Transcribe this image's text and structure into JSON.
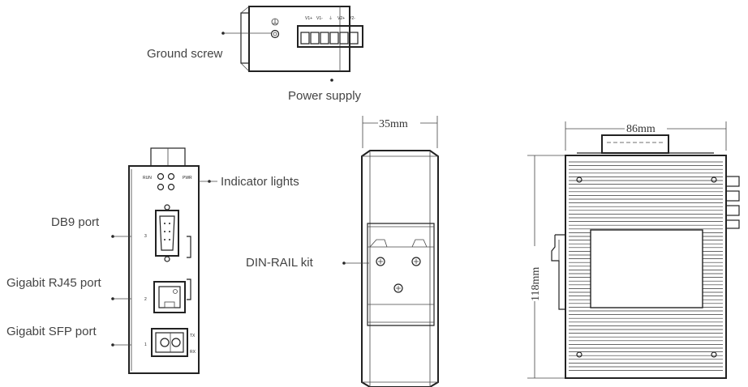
{
  "callouts": {
    "ground_screw": "Ground screw",
    "power_supply": "Power supply",
    "indicator_lights": "Indicator lights",
    "db9_port": "DB9 port",
    "rj45_port": "Gigabit RJ45 port",
    "sfp_port": "Gigabit SFP port",
    "din_rail": "DIN-RAIL kit"
  },
  "dimensions": {
    "width_side": "35mm",
    "width_back": "86mm",
    "height_back": "118mm"
  },
  "terminal_labels": [
    "V1+",
    "V1-",
    "⏚",
    "V2+",
    "V2-"
  ],
  "front_panel": {
    "run": "RUN",
    "pwr": "PWR",
    "port3": "3",
    "port2": "2",
    "port1": "1",
    "tx": "TX",
    "rx": "RX"
  }
}
